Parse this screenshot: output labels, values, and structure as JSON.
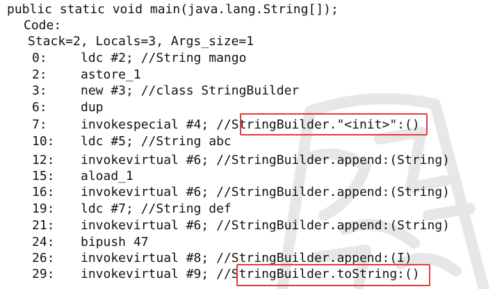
{
  "signature": "public static void main(java.lang.String[]);",
  "code_label": "Code:",
  "stack_info": "Stack=2, Locals=3, Args_size=1",
  "instructions": [
    {
      "offset": "0:",
      "text": "ldc #2; //String mango"
    },
    {
      "offset": "2:",
      "text": "astore_1"
    },
    {
      "offset": "3:",
      "text": "new #3; //class StringBuilder"
    },
    {
      "offset": "6:",
      "text": "dup"
    },
    {
      "offset": "7:",
      "text": "invokespecial #4; //StringBuilder.\"<init>\":()"
    },
    {
      "offset": "10:",
      "text": "ldc #5; //String abc"
    },
    {
      "offset": "12:",
      "text": "invokevirtual #6; //StringBuilder.append:(String)"
    },
    {
      "offset": "15:",
      "text": "aload_1"
    },
    {
      "offset": "16:",
      "text": "invokevirtual #6; //StringBuilder.append:(String)"
    },
    {
      "offset": "19:",
      "text": "ldc #7; //String def"
    },
    {
      "offset": "21:",
      "text": "invokevirtual #6; //StringBuilder.append:(String)"
    },
    {
      "offset": "24:",
      "text": "bipush 47"
    },
    {
      "offset": "26:",
      "text": "invokevirtual #8; //StringBuilder.append:(I)"
    },
    {
      "offset": "29:",
      "text": "invokevirtual #9; //StringBuilder.toString:()"
    }
  ],
  "colors": {
    "text": "#111111",
    "highlight_border": "#e23a3a",
    "watermark": "#b8b8b8"
  }
}
